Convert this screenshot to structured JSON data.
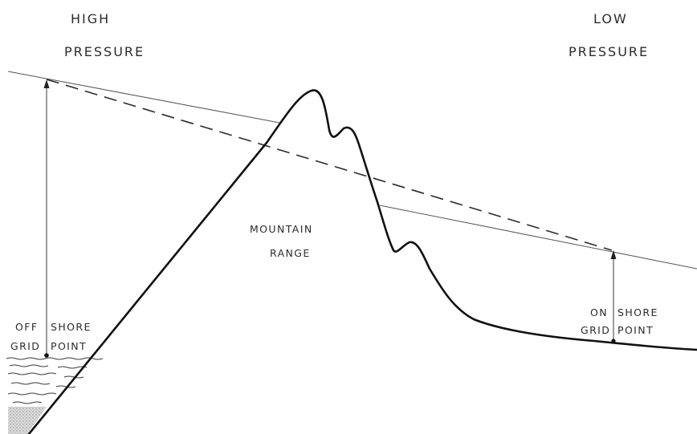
{
  "labels": {
    "high_pressure_1": "HIGH",
    "high_pressure_2": "PRESSURE",
    "low_pressure_1": "LOW",
    "low_pressure_2": "PRESSURE",
    "mountain_1": "MOUNTAIN",
    "mountain_2": "RANGE",
    "offshore_1a": "OFF",
    "offshore_1b": "SHORE",
    "offshore_2a": "GRID",
    "offshore_2b": "POINT",
    "onshore_1a": "ON",
    "onshore_1b": "SHORE",
    "onshore_2a": "GRID",
    "onshore_2b": "POINT"
  }
}
